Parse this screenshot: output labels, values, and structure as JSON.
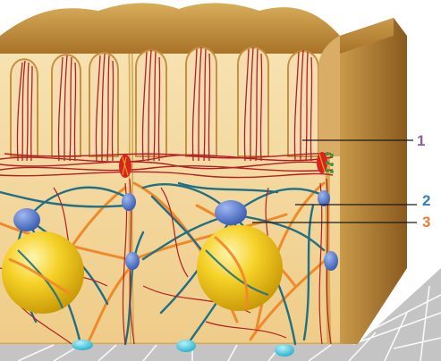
{
  "callouts": [
    {
      "number": "1",
      "color": "#8e5ea2"
    },
    {
      "number": "2",
      "color": "#2f7fc1"
    },
    {
      "number": "3",
      "color": "#ee7d31"
    }
  ],
  "colors": {
    "actin_filaments": "#b41f24",
    "microtubules": "#1f6f86",
    "intermediate_filaments": "#ef8a2a",
    "centrosome_and_junction_proteins": "#4a72c4",
    "nucleus": "#f2c21a",
    "basal_contacts": "#27c6e0",
    "cell_body": "#f3d69b",
    "apical_surface": "#b88738",
    "basement_membrane": "#b9b9b9"
  }
}
